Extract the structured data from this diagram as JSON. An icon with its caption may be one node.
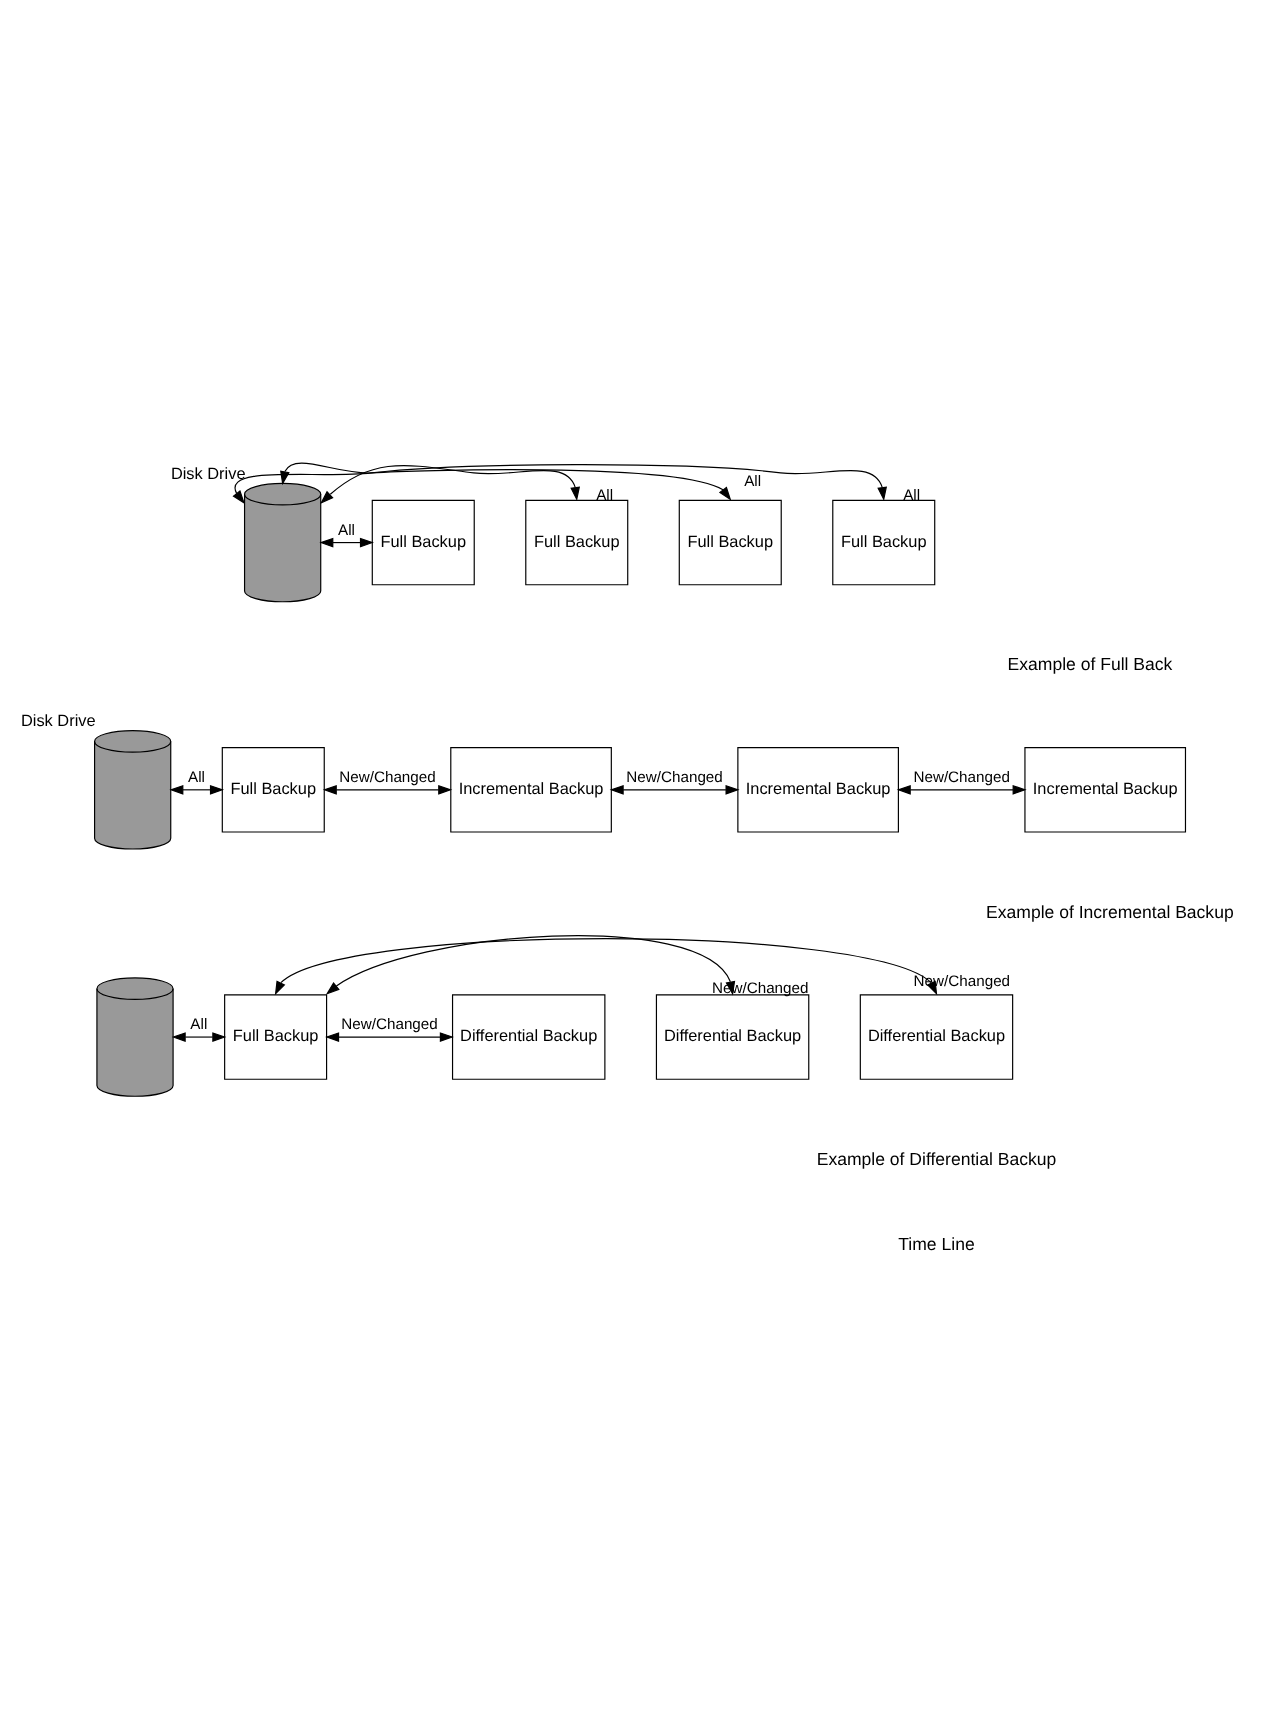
{
  "diagram": {
    "nodes": [
      {
        "text": [
          "Disk Drive"
        ]
      },
      {
        "text": [
          "Full Backup"
        ]
      },
      {
        "text": [
          "Full Backup"
        ]
      },
      {
        "text": [
          "Full Backup"
        ]
      },
      {
        "text": [
          "Full Backup"
        ]
      },
      {
        "text": [
          "Disk Drive"
        ]
      },
      {
        "text": [
          "Full Backup"
        ]
      },
      {
        "text": [
          "Incremental Backup"
        ]
      },
      {
        "text": [
          "Incremental Backup"
        ]
      },
      {
        "text": [
          "Incremental Backup"
        ]
      },
      {
        "text": [],
        "shape": "cylinder"
      },
      {
        "text": [
          "Full Backup"
        ]
      },
      {
        "text": [
          "Differential Backup"
        ]
      },
      {
        "text": [
          "Differential Backup"
        ]
      },
      {
        "text": [
          "Differential Backup"
        ]
      }
    ],
    "edges": [
      {
        "from": 0,
        "to": 1,
        "arrow": "both",
        "label": "All"
      },
      {
        "from": 0,
        "to": 2,
        "arrow": "both",
        "label": "All"
      },
      {
        "from": 0,
        "to": 3,
        "arrow": "both",
        "label": "All"
      },
      {
        "from": 0,
        "to": 4,
        "arrow": "both",
        "label": "All"
      },
      {
        "from": 5,
        "to": 6,
        "arrow": "both",
        "label": "All"
      },
      {
        "from": 6,
        "to": 7,
        "arrow": "both",
        "label": "New/Changed"
      },
      {
        "from": 7,
        "to": 8,
        "arrow": "both",
        "label": "New/Changed"
      },
      {
        "from": 8,
        "to": 9,
        "arrow": "both",
        "label": "New/Changed"
      },
      {
        "from": 10,
        "to": 11,
        "arrow": "both",
        "label": "All"
      },
      {
        "from": 11,
        "to": 12,
        "arrow": "both",
        "label": "New/Changed"
      },
      {
        "from": 11,
        "to": 13,
        "arrow": "both",
        "label": "New/Changed"
      },
      {
        "from": 11,
        "to": 14,
        "arrow": "both",
        "label": "New/Changed"
      }
    ],
    "labels": [
      "Example of Full Back",
      "Example of Incremental Backup",
      "Example of Differential Backup",
      "Time Line"
    ]
  }
}
